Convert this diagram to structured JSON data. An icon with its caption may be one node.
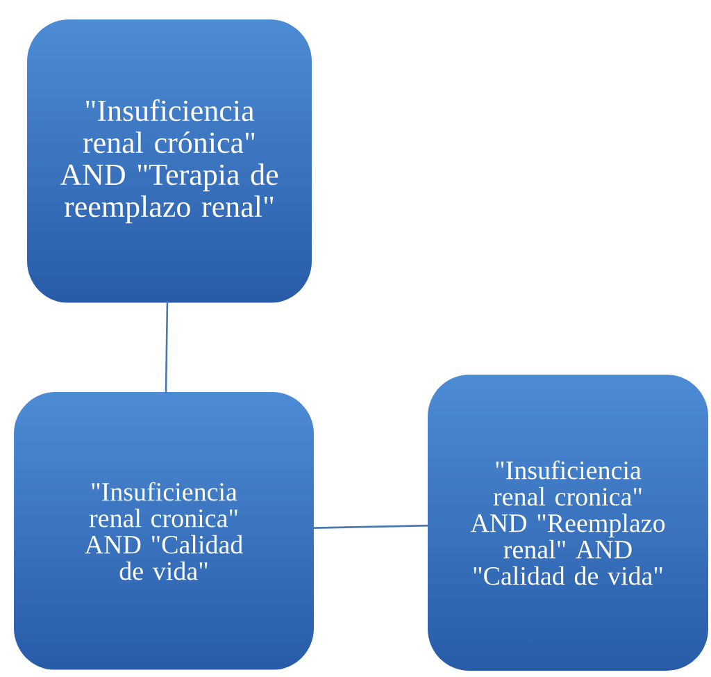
{
  "diagram": {
    "nodes": [
      {
        "text": [
          "\"Insuficiencia renal crónica\" AND \"Terapia de reemplazo renal\""
        ]
      },
      {
        "text": [
          "\"Insuficiencia renal cronica\" AND \"Calidad de vida\""
        ]
      },
      {
        "text": [
          "\"Insuficiencia renal cronica\" AND \"Reemplazo renal\" AND \"Calidad de vida\""
        ]
      }
    ],
    "edges": [
      {
        "from": 0,
        "to": 1,
        "arrow": "none"
      },
      {
        "from": 1,
        "to": 2,
        "arrow": "none"
      }
    ]
  }
}
